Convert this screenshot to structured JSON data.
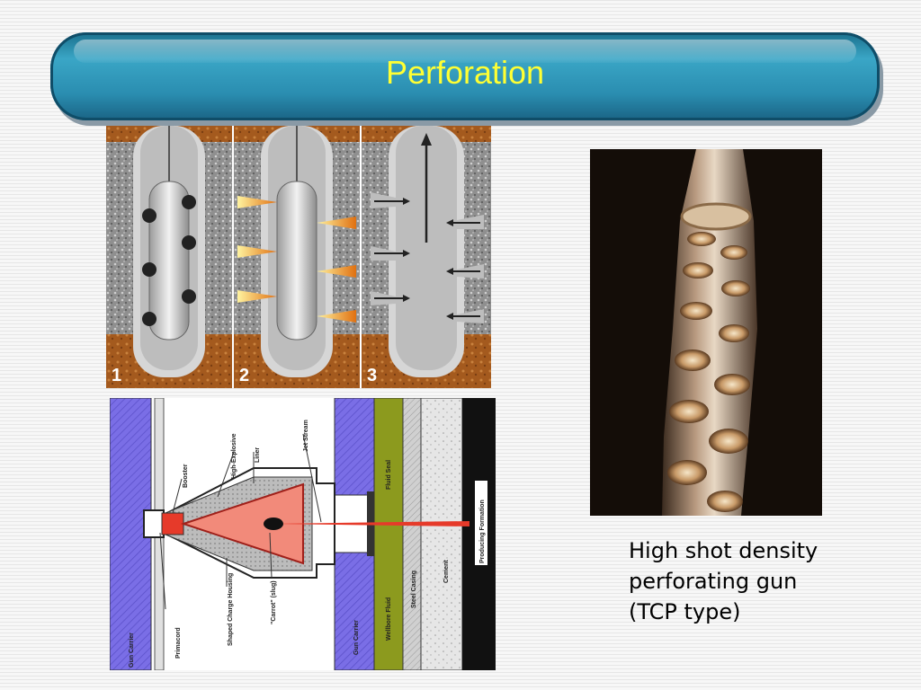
{
  "slide": {
    "title": "Perforation",
    "caption": {
      "line1": "High shot density",
      "line2": "perforating gun",
      "line3": "(TCP type)"
    }
  },
  "stages": {
    "labels": [
      "1",
      "2",
      "3"
    ],
    "colors": {
      "rock": "#8c8c8c",
      "formation": "#a0551c",
      "cement": "#d8d8d8",
      "jet": "#f0a020"
    }
  },
  "diagram": {
    "labels": {
      "gun_carrier_left": "Gun Carrier",
      "primacord": "Primacord",
      "booster": "Booster",
      "high_explosive": "High-Explosive",
      "liner": "Liner",
      "jet_stream": "Jet Stream",
      "carrot": "\"Carrot\" (slug)",
      "shaped_charge_housing": "Shaped Charge Housing",
      "gun_carrier_right": "Gun Carrier",
      "fluid_seal": "Fluid Seal",
      "wellbore_fluid": "Wellbore Fluid",
      "steel_casing": "Steel Casing",
      "cement": "Cement",
      "producing_formation": "Producing Formation"
    },
    "colors": {
      "carrier": "#7a6ee6",
      "wellbore": "#8c9a1e",
      "liner": "#f28a7a",
      "jet": "#e63a2a",
      "formation": "#111111"
    }
  },
  "photo": {
    "icon": "perforating-gun-photo"
  }
}
